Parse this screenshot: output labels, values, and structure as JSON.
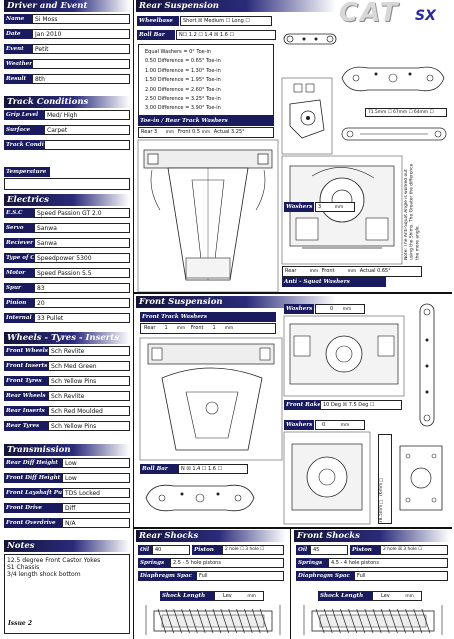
{
  "logo": "CAT",
  "logo_sub": "SX",
  "driver": {
    "title": "Driver and Event",
    "rows": [
      {
        "label": "Name",
        "value": "Si Moss"
      },
      {
        "label": "Date",
        "value": "Jan 2010"
      },
      {
        "label": "Event",
        "value": "Petit"
      },
      {
        "label": "Weather",
        "value": ""
      },
      {
        "label": "Result",
        "value": "8th"
      }
    ]
  },
  "track": {
    "title": "Track Conditions",
    "rows": [
      {
        "label": "Grip Level",
        "value": "Med/ High"
      },
      {
        "label": "Surface",
        "value": "Carpet"
      },
      {
        "label": "Track Condition",
        "value": ""
      }
    ],
    "temp_label": "Temperature",
    "temp_value": ""
  },
  "electrics": {
    "title": "Electrics",
    "rows": [
      {
        "label": "E.S.C",
        "value": "Speed Passion GT 2.0"
      },
      {
        "label": "Servo",
        "value": "Sanwa"
      },
      {
        "label": "Reciever",
        "value": "Sanwa"
      },
      {
        "label": "Type of Cells",
        "value": "Speedpower 5300"
      },
      {
        "label": "Motor",
        "value": "Speed Passion 5.5"
      },
      {
        "label": "Spur",
        "value": "83"
      },
      {
        "label": "Pinion",
        "value": "20"
      },
      {
        "label": "Internal Ratio",
        "value": "33 Pullet"
      }
    ]
  },
  "wheels": {
    "title": "Wheels - Tyres - Inserts",
    "rows": [
      {
        "label": "Front Wheels",
        "value": "Sch Revlite"
      },
      {
        "label": "Front Inserts",
        "value": "Sch Med Green"
      },
      {
        "label": "Front Tyres",
        "value": "Sch Yellow Pins"
      },
      {
        "label": "Rear Wheels",
        "value": "Sch Revlite"
      },
      {
        "label": "Rear Inserts",
        "value": "Sch Red Moulded"
      },
      {
        "label": "Rear Tyres",
        "value": "Sch Yellow Pins"
      }
    ]
  },
  "transmission": {
    "title": "Transmission",
    "rows": [
      {
        "label": "Rear Diff Height",
        "value": "Low"
      },
      {
        "label": "Front Diff Height",
        "value": "Low"
      },
      {
        "label": "Front Layshaft Pulley",
        "value": "TDS Locked"
      },
      {
        "label": "Front Drive",
        "value": "Diff"
      },
      {
        "label": "Front Overdrive",
        "value": "N/A"
      }
    ]
  },
  "notes": {
    "title": "Notes",
    "lines": [
      "12.5 degree Front Castor Yokes",
      "S1 Chassis",
      "3/4 length shock bottom"
    ],
    "issue": "Issue 2"
  },
  "rear_suspension": {
    "title": "Rear Suspension",
    "wheelbase_label": "Wheelbase",
    "wheelbase_opts": "Short ☒ Medium ☐ Long ☐",
    "roll_bar_label": "Roll Bar",
    "roll_bar_opts": "N☐  1.2  ☐  1.4 ☒  1.6 ☐",
    "toe_table": [
      "Equal Washers = 0° Toe-in",
      "0.50  Difference = 0.65° Toe-in",
      "1.00  Difference = 1.30° Toe-in",
      "1.50  Difference = 1.95° Toe-in",
      "2.00  Difference = 2.60° Toe-in",
      "2.50  Difference = 3.25° Toe-in",
      "3.00  Difference = 3.90° Toe-in"
    ],
    "toe_header": "Toe-in / Rear Track Washers",
    "toe_rear_label": "Rear",
    "toe_rear_value": "3",
    "toe_mm1": "mm",
    "toe_front_label": "Front",
    "toe_front_value": "0.5",
    "toe_mm2": "mm",
    "toe_actual_label": "Actual",
    "toe_actual_value": "3.25°",
    "washers_label": "Washers",
    "washers_value": "3",
    "washers_mm": "mm",
    "camber_dims": "71.5mm ☐  67mm ☐  64mm ☐",
    "anti_squat_note": "Note: The Anti-Squat Angle is worked out using the Shims. The Greater the difference the more angle.",
    "antisquat_rear_label": "Rear",
    "antisquat_rear_value": "",
    "antisquat_mm1": "mm",
    "antisquat_front_label": "Front",
    "antisquat_front_value": "",
    "antisquat_mm2": "mm",
    "antisquat_actual_label": "Actual",
    "antisquat_actual_value": "0.65°",
    "antisquat_header": "Anti - Squat Washers"
  },
  "front_suspension": {
    "title": "Front Suspension",
    "track_header": "Front Track Washers",
    "rear_label": "Rear",
    "rear_value": "1",
    "mm1": "mm",
    "front_label": "Front",
    "front_value": "1",
    "mm2": "mm",
    "washers_label": "Washers",
    "washers_value": "0",
    "washers_mm": "mm",
    "front_rake_label": "Front Rake",
    "front_rake_opts": "10 Deg ☒  7.5 Deg ☐",
    "washers2_label": "Washers",
    "washers2_value": "0",
    "washers2_mm": "mm",
    "roll_bar_label": "Roll Bar",
    "roll_bar_opts": "N ☒  1.4 ☐  1.6 ☐",
    "dims": "78.5mm ☐  76mm ☐"
  },
  "rear_shocks": {
    "title": "Rear Shocks",
    "oil_label": "Oil",
    "oil_value": "40",
    "piston_label": "Piston",
    "piston_opts": "2 hole ☐  3 hole ☐",
    "springs_label": "Springs",
    "springs_value": "2.5 - 5 hole pistons",
    "diaphragm_label": "Diaphragm Spac",
    "diaphragm_value": "Full",
    "shock_length_label": "Shock Length",
    "shock_length_value": "Lev",
    "shock_length_mm": "mm"
  },
  "front_shocks": {
    "title": "Front Shocks",
    "oil_label": "Oil",
    "oil_value": "45",
    "piston_label": "Piston",
    "piston_opts": "2 hole ☒  3 hole ☐",
    "springs_label": "Springs",
    "springs_value": "4.5 - 4 hole pistons",
    "diaphragm_label": "Diaphragm Spac",
    "diaphragm_value": "Full",
    "shock_length_label": "Shock Length",
    "shock_length_value": "Lev",
    "shock_length_mm": "mm"
  },
  "colors": {
    "navy": "#1a1a5e",
    "header_dark": "#14143a"
  }
}
